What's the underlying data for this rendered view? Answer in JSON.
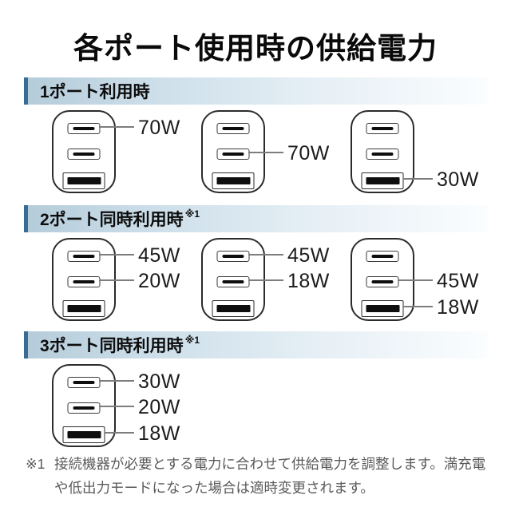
{
  "title": "各ポート使用時の供給電力",
  "sections": [
    {
      "heading": "1ポート利用時",
      "note": "",
      "chargers": [
        {
          "ports": [
            {
              "type": "usb-c",
              "wattage": "70W"
            },
            {
              "type": "usb-c",
              "wattage": ""
            },
            {
              "type": "usb-a",
              "wattage": ""
            }
          ]
        },
        {
          "ports": [
            {
              "type": "usb-c",
              "wattage": ""
            },
            {
              "type": "usb-c",
              "wattage": "70W"
            },
            {
              "type": "usb-a",
              "wattage": ""
            }
          ]
        },
        {
          "ports": [
            {
              "type": "usb-c",
              "wattage": ""
            },
            {
              "type": "usb-c",
              "wattage": ""
            },
            {
              "type": "usb-a",
              "wattage": "30W"
            }
          ]
        }
      ]
    },
    {
      "heading": "2ポート同時利用時",
      "note": "※1",
      "chargers": [
        {
          "ports": [
            {
              "type": "usb-c",
              "wattage": "45W"
            },
            {
              "type": "usb-c",
              "wattage": "20W"
            },
            {
              "type": "usb-a",
              "wattage": ""
            }
          ]
        },
        {
          "ports": [
            {
              "type": "usb-c",
              "wattage": "45W"
            },
            {
              "type": "usb-c",
              "wattage": "18W"
            },
            {
              "type": "usb-a",
              "wattage": ""
            }
          ]
        },
        {
          "ports": [
            {
              "type": "usb-c",
              "wattage": ""
            },
            {
              "type": "usb-c",
              "wattage": "45W"
            },
            {
              "type": "usb-a",
              "wattage": "18W"
            }
          ]
        }
      ]
    },
    {
      "heading": "3ポート同時利用時",
      "note": "※1",
      "chargers": [
        {
          "ports": [
            {
              "type": "usb-c",
              "wattage": "30W"
            },
            {
              "type": "usb-c",
              "wattage": "20W"
            },
            {
              "type": "usb-a",
              "wattage": "18W"
            }
          ]
        }
      ]
    }
  ],
  "footnote": {
    "marker": "※1",
    "text": "接続機器が必要とする電力に合わせて供給電力を調整します。満充電や低出力モードになった場合は適時変更されます。"
  },
  "colors": {
    "accent_blue": "#3a6b94",
    "header_gradient_start": "#b5ccda",
    "header_gradient_end": "#fbfdfe",
    "charger_outline": "#2b2b2b",
    "port_pin": "#0e0e0e",
    "callout_line": "#7d7d7d",
    "footnote_text": "#5a5a5a",
    "title_text": "#0a0a0a"
  }
}
